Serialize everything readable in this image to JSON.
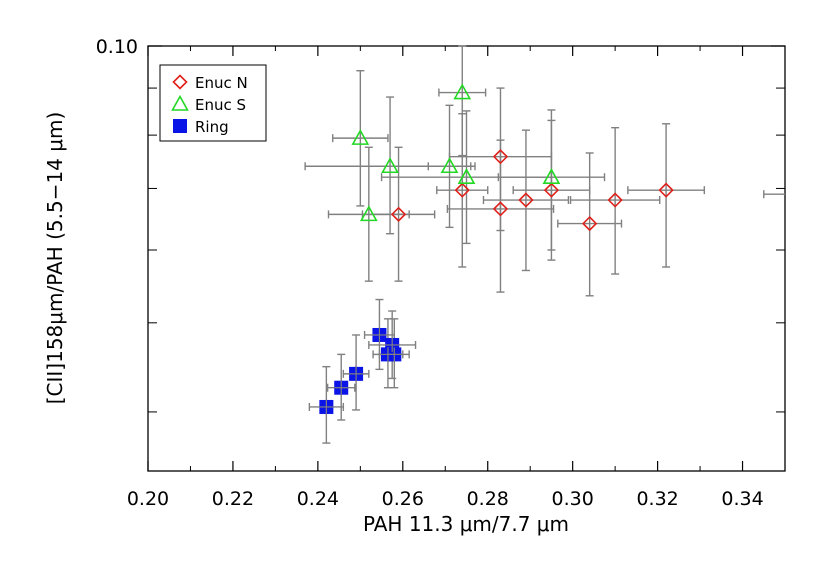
{
  "chart_data": {
    "type": "scatter",
    "title": "",
    "xlabel": "PAH 11.3 μm/7.7 μm",
    "ylabel": "[CII]158μm/PAH (5.5−14 μm)",
    "xlim": [
      0.2,
      0.35
    ],
    "ylim": [
      0.0345,
      0.1
    ],
    "y_scale": "log",
    "x_ticks": [
      0.2,
      0.22,
      0.24,
      0.26,
      0.28,
      0.3,
      0.32,
      0.34
    ],
    "x_tick_labels": [
      "0.20",
      "0.22",
      "0.24",
      "0.26",
      "0.28",
      "0.30",
      "0.32",
      "0.34"
    ],
    "y_ticks_labeled": [
      0.1
    ],
    "y_tick_labels": [
      "0.10"
    ],
    "y_ticks_unlabeled": [
      0.04,
      0.05,
      0.06,
      0.07,
      0.08,
      0.09
    ],
    "legend_position": "top-left",
    "grid": false,
    "series": [
      {
        "name": "Enuc N",
        "marker": "diamond",
        "color": "#e0201a",
        "points": [
          {
            "x": 0.259,
            "y": 0.0656,
            "xerr": 0.0085,
            "ylo": 0.0555,
            "yhi": 0.0776
          },
          {
            "x": 0.274,
            "y": 0.0697,
            "xerr": 0.006,
            "ylo": 0.0575,
            "yhi": 0.0844
          },
          {
            "x": 0.283,
            "y": 0.0758,
            "xerr": 0.012,
            "ylo": 0.063,
            "yhi": 0.09
          },
          {
            "x": 0.283,
            "y": 0.0665,
            "xerr": 0.0125,
            "ylo": 0.054,
            "yhi": 0.079
          },
          {
            "x": 0.289,
            "y": 0.068,
            "xerr": 0.01,
            "ylo": 0.057,
            "yhi": 0.081
          },
          {
            "x": 0.295,
            "y": 0.0697,
            "xerr": 0.009,
            "ylo": 0.0585,
            "yhi": 0.083
          },
          {
            "x": 0.304,
            "y": 0.0641,
            "xerr": 0.0075,
            "ylo": 0.0535,
            "yhi": 0.0765
          },
          {
            "x": 0.31,
            "y": 0.068,
            "xerr": 0.0105,
            "ylo": 0.0565,
            "yhi": 0.0815
          },
          {
            "x": 0.322,
            "y": 0.0697,
            "xerr": 0.009,
            "ylo": 0.0575,
            "yhi": 0.0823
          }
        ]
      },
      {
        "name": "Enuc S",
        "marker": "triangle",
        "color": "#22d822",
        "points": [
          {
            "x": 0.25,
            "y": 0.0794,
            "xerr": 0.0065,
            "ylo": 0.067,
            "yhi": 0.094
          },
          {
            "x": 0.252,
            "y": 0.0656,
            "xerr": 0.0095,
            "ylo": 0.0555,
            "yhi": 0.0776
          },
          {
            "x": 0.257,
            "y": 0.074,
            "xerr": 0.02,
            "ylo": 0.0625,
            "yhi": 0.088
          },
          {
            "x": 0.271,
            "y": 0.074,
            "xerr": 0.005,
            "ylo": 0.0635,
            "yhi": 0.0862
          },
          {
            "x": 0.274,
            "y": 0.089,
            "xerr": 0.0055,
            "ylo": 0.076,
            "yhi": 0.1
          },
          {
            "x": 0.275,
            "y": 0.072,
            "xerr": 0.02,
            "ylo": 0.061,
            "yhi": 0.085
          },
          {
            "x": 0.295,
            "y": 0.072,
            "xerr": 0.0125,
            "ylo": 0.06,
            "yhi": 0.0852
          }
        ]
      },
      {
        "name": "Ring",
        "marker": "square",
        "color": "#0a14e6",
        "points": [
          {
            "x": 0.242,
            "y": 0.0405,
            "xerr": 0.004,
            "ylo": 0.037,
            "yhi": 0.0448
          },
          {
            "x": 0.2455,
            "y": 0.0425,
            "xerr": 0.0032,
            "ylo": 0.0392,
            "yhi": 0.0462
          },
          {
            "x": 0.249,
            "y": 0.044,
            "xerr": 0.003,
            "ylo": 0.0402,
            "yhi": 0.0485
          },
          {
            "x": 0.2545,
            "y": 0.0485,
            "xerr": 0.0035,
            "ylo": 0.0445,
            "yhi": 0.053
          },
          {
            "x": 0.2565,
            "y": 0.0462,
            "xerr": 0.0035,
            "ylo": 0.0425,
            "yhi": 0.0505
          },
          {
            "x": 0.2575,
            "y": 0.0473,
            "xerr": 0.0055,
            "ylo": 0.0435,
            "yhi": 0.0515
          },
          {
            "x": 0.258,
            "y": 0.0462,
            "xerr": 0.0035,
            "ylo": 0.0425,
            "yhi": 0.0505
          }
        ]
      }
    ],
    "edge_errorbar": {
      "x": 0.348,
      "y": 0.069,
      "xerr": 0.003
    }
  }
}
